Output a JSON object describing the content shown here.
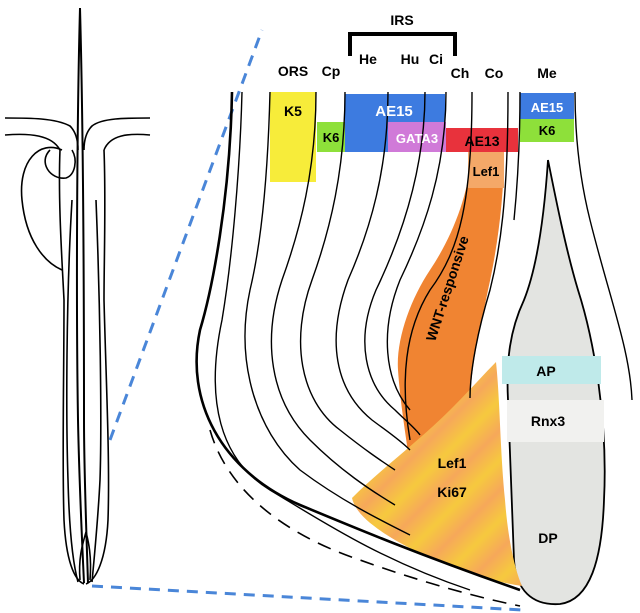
{
  "header": {
    "irs": "IRS",
    "layers": [
      "ORS",
      "Cp",
      "He",
      "Hu",
      "Ci",
      "Ch",
      "Co",
      "Me"
    ]
  },
  "markers": {
    "k5": "K5",
    "k6_cp": "K6",
    "ae15_irs": "AE15",
    "gata3": "GATA3",
    "ae13": "AE13",
    "lef1_top": "Lef1",
    "ae15_me": "AE15",
    "k6_me": "K6"
  },
  "regions": {
    "wnt": "WNT-responsive",
    "matrix_line1": "Lef1",
    "matrix_line2": "Ki67",
    "ap": "AP",
    "rnx3": "Rnx3",
    "dp": "DP"
  },
  "colors": {
    "dashed_guide": "#4a86d8",
    "k5": "#f7ec3a",
    "k6": "#8ee03a",
    "ae15": "#3d7be0",
    "gata3": "#d07ad8",
    "ae13": "#e8323c",
    "lef1_top": "#f4a868",
    "wnt": "#f08432",
    "matrix_a": "#f6c93e",
    "matrix_b": "#f6a85a",
    "papilla": "#e3e4e1",
    "ap": "#bfeaea",
    "rnx3": "#f1f1ef"
  }
}
